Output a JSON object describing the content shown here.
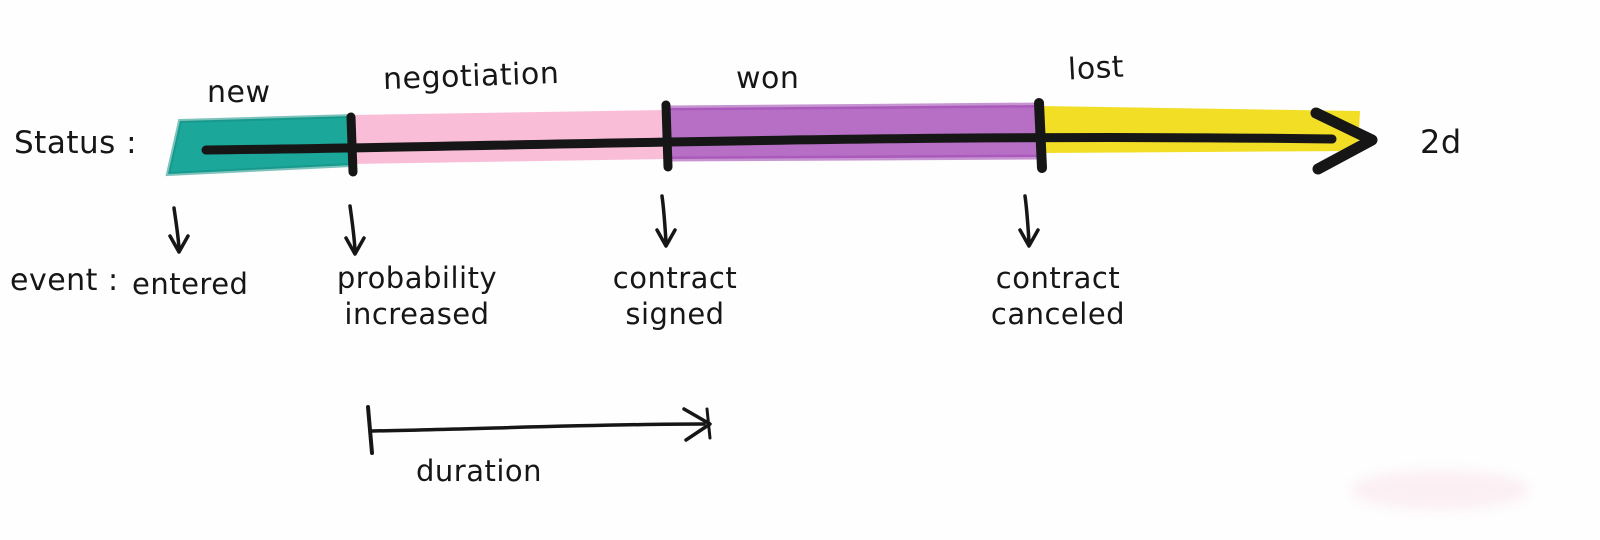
{
  "colors": {
    "new": "#1ba79a",
    "new_edge": "#128f84",
    "negotiation": "#f9bdd8",
    "negotiation_edge": "#f4a9cc",
    "won": "#b76fc6",
    "won_edge": "#a24cb4",
    "lost": "#f3de26",
    "lost_edge": "#e8cf1e",
    "ink": "#161616"
  },
  "status_row": {
    "label": "Status :",
    "end_label": "2d",
    "segments": [
      {
        "id": "new",
        "label": "new"
      },
      {
        "id": "negotiation",
        "label": "negotiation"
      },
      {
        "id": "won",
        "label": "won"
      },
      {
        "id": "lost",
        "label": "lost"
      }
    ]
  },
  "event_row": {
    "label": "event :",
    "events": [
      {
        "id": "entered",
        "label": "entered"
      },
      {
        "id": "probability-increased",
        "label": "probability\nincreased"
      },
      {
        "id": "contract-signed",
        "label": "contract\nsigned"
      },
      {
        "id": "contract-canceled",
        "label": "contract\ncanceled"
      }
    ]
  },
  "duration": {
    "label": "duration"
  }
}
